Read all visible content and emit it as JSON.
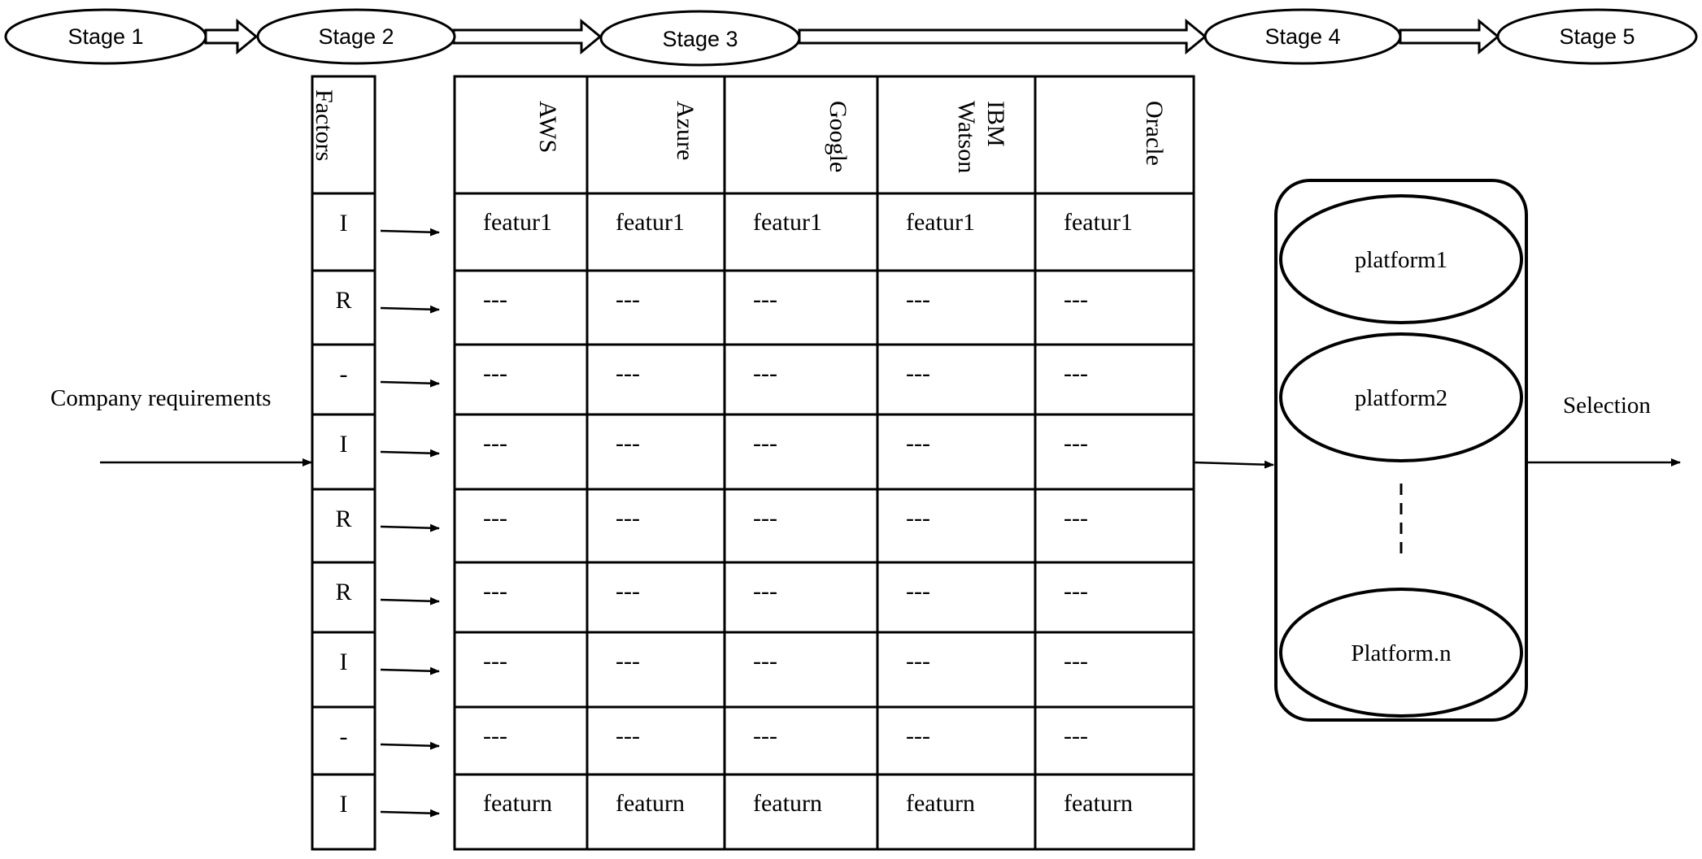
{
  "stages": [
    "Stage 1",
    "Stage 2",
    "Stage 3",
    "Stage 4",
    "Stage 5"
  ],
  "input_label": "Company requirements",
  "output_label": "Selection",
  "factors_header": "Factors",
  "factors": [
    "I",
    "R",
    "-",
    "I",
    "R",
    "R",
    "I",
    "-",
    "I"
  ],
  "providers": [
    [
      "AWS"
    ],
    [
      "Azure"
    ],
    [
      "Google"
    ],
    [
      "IBM",
      "Watson"
    ],
    [
      "Oracle"
    ]
  ],
  "rows": [
    [
      "featur1",
      "featur1",
      "featur1",
      "featur1",
      "featur1"
    ],
    [
      "---",
      "---",
      "---",
      "---",
      "---"
    ],
    [
      "---",
      "---",
      "---",
      "---",
      "---"
    ],
    [
      "---",
      "---",
      "---",
      "---",
      "---"
    ],
    [
      "---",
      "---",
      "---",
      "---",
      "---"
    ],
    [
      "---",
      "---",
      "---",
      "---",
      "---"
    ],
    [
      "---",
      "---",
      "---",
      "---",
      "---"
    ],
    [
      "---",
      "---",
      "---",
      "---",
      "---"
    ],
    [
      "featurn",
      "featurn",
      "featurn",
      "featurn",
      "featurn"
    ]
  ],
  "platforms": [
    "platform1",
    "platform2",
    "Platform.n"
  ]
}
